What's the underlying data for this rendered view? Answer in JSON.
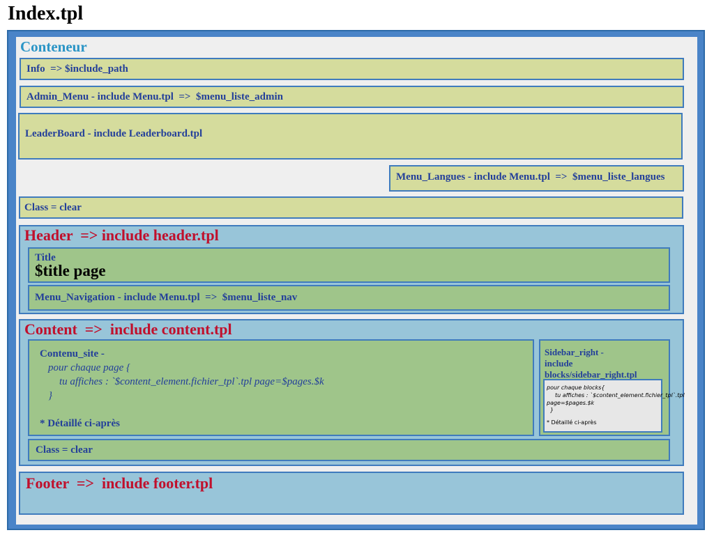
{
  "title": "Index.tpl",
  "conteneur": {
    "label": "Conteneur",
    "info": "Info  => $include_path",
    "admin_menu": "Admin_Menu - include Menu.tpl  =>  $menu_liste_admin",
    "leaderboard": "LeaderBoard - include Leaderboard.tpl",
    "menu_langues": "Menu_Langues - include Menu.tpl  =>  $menu_liste_langues",
    "class_clear": "Class = clear"
  },
  "header": {
    "label": "Header  => include header.tpl",
    "title_small": "Title",
    "title_big": "$title page",
    "menu_nav": "Menu_Navigation - include Menu.tpl  =>  $menu_liste_nav"
  },
  "content": {
    "label": "Content  =>  include content.tpl",
    "site_title": "Contenu_site -",
    "line1": "pour chaque page {",
    "line2": "tu affiches : `$content_element.fichier_tpl`.tpl page=$pages.$k",
    "line3": "}",
    "detail": "* Détaillé ci-après",
    "sidebar_line1": "Sidebar_right -",
    "sidebar_line2": "include",
    "sidebar_line3": "blocks/sidebar_right.tpl",
    "sb_note1": "pour chaque blocks{",
    "sb_note2": "tu affiches : `$content_element.fichier_tpl`.tpl",
    "sb_note3": "page=$pages.$k",
    "sb_note4": "}",
    "sb_note5": "* Détaillé ci-après",
    "class_clear": "Class = clear"
  },
  "footer": {
    "label": "Footer  =>  include footer.tpl"
  }
}
